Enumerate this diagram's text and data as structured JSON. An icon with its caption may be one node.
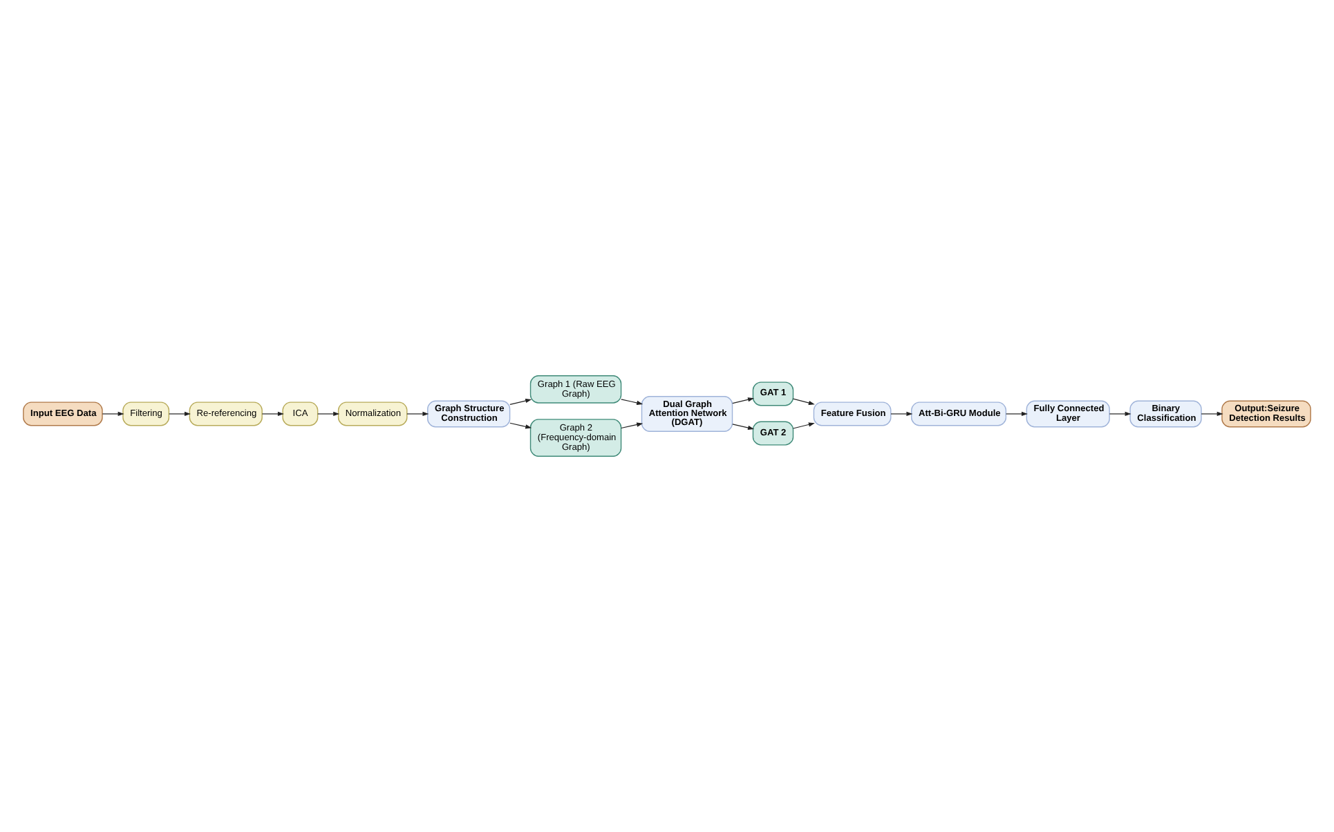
{
  "diagram": {
    "nodes": [
      {
        "text": [
          "Input EEG Data"
        ]
      },
      {
        "text": [
          "Filtering"
        ]
      },
      {
        "text": [
          "Re-referencing"
        ]
      },
      {
        "text": [
          "ICA"
        ]
      },
      {
        "text": [
          "Normalization"
        ]
      },
      {
        "text": [
          "Graph Structure Construction"
        ]
      },
      {
        "text": [
          "Graph 1 (Raw EEG Graph)"
        ]
      },
      {
        "text": [
          "Graph 2 (Frequency-domain Graph)"
        ]
      },
      {
        "text": [
          "Dual Graph Attention Network (DGAT)"
        ]
      },
      {
        "text": [
          "GAT 1"
        ]
      },
      {
        "text": [
          "GAT 2"
        ]
      },
      {
        "text": [
          "Feature Fusion"
        ]
      },
      {
        "text": [
          "Att-Bi-GRU Module"
        ]
      },
      {
        "text": [
          "Fully Connected Layer"
        ]
      },
      {
        "text": [
          "Binary Classification"
        ]
      },
      {
        "text": [
          "Output:Seizure Detection Results"
        ]
      }
    ],
    "edges": [
      {
        "from": 0,
        "to": 1,
        "arrow": "to"
      },
      {
        "from": 1,
        "to": 2,
        "arrow": "to"
      },
      {
        "from": 2,
        "to": 3,
        "arrow": "to"
      },
      {
        "from": 3,
        "to": 4,
        "arrow": "to"
      },
      {
        "from": 4,
        "to": 5,
        "arrow": "to"
      },
      {
        "from": 5,
        "to": 6,
        "arrow": "to"
      },
      {
        "from": 5,
        "to": 7,
        "arrow": "to"
      },
      {
        "from": 6,
        "to": 8,
        "arrow": "to"
      },
      {
        "from": 7,
        "to": 8,
        "arrow": "to"
      },
      {
        "from": 8,
        "to": 9,
        "arrow": "to"
      },
      {
        "from": 8,
        "to": 10,
        "arrow": "to"
      },
      {
        "from": 9,
        "to": 11,
        "arrow": "to"
      },
      {
        "from": 10,
        "to": 11,
        "arrow": "to"
      },
      {
        "from": 11,
        "to": 12,
        "arrow": "to"
      },
      {
        "from": 12,
        "to": 13,
        "arrow": "to"
      },
      {
        "from": 13,
        "to": 14,
        "arrow": "to"
      },
      {
        "from": 14,
        "to": 15,
        "arrow": "to"
      }
    ]
  }
}
